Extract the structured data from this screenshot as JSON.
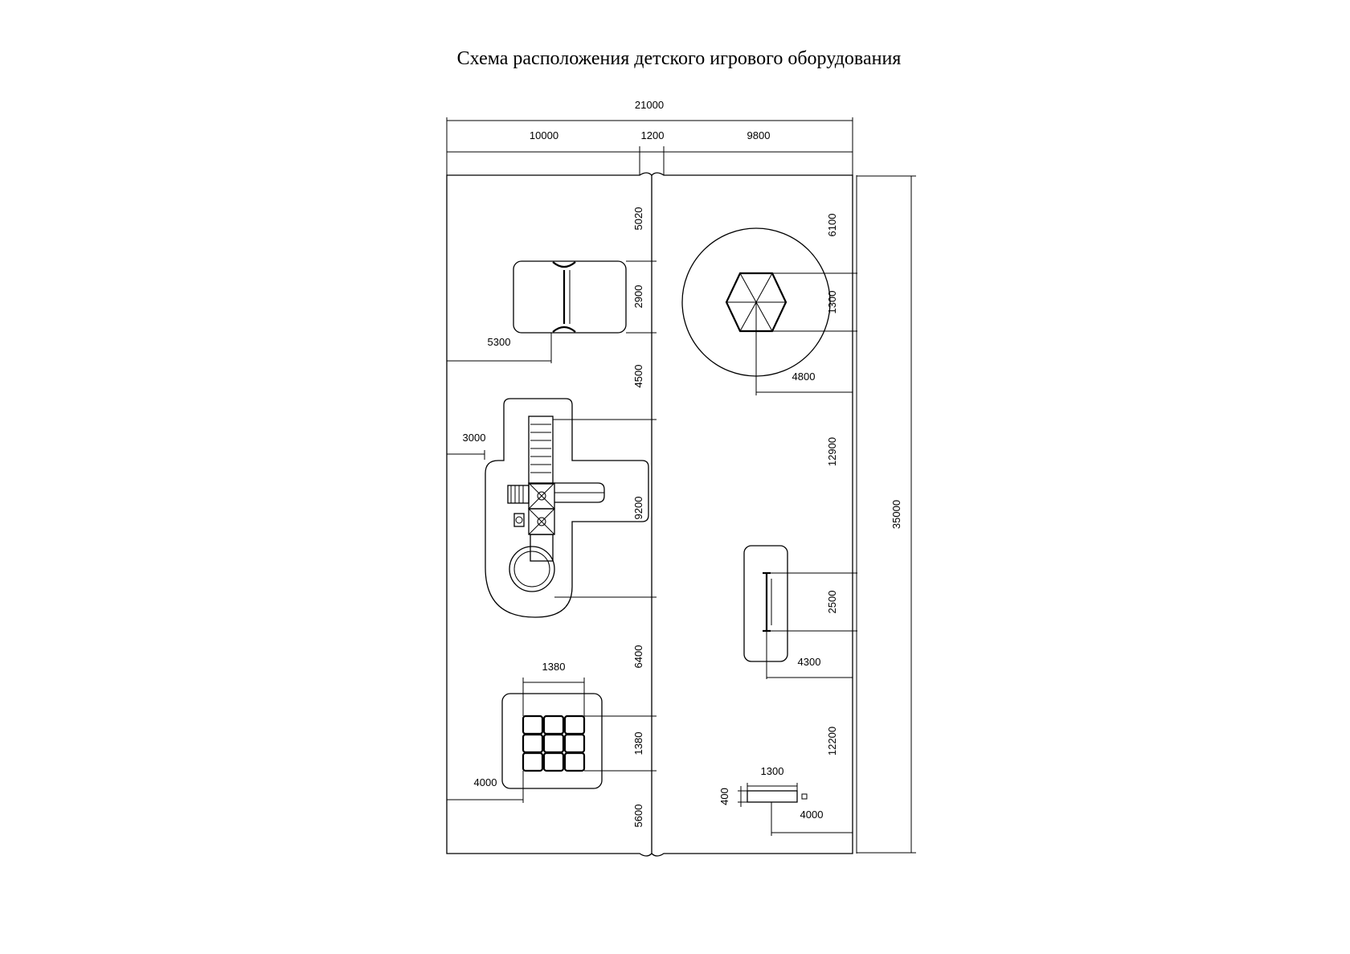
{
  "title": "Схема расположения детского игрового оборудования",
  "dimensions": {
    "overall_width": "21000",
    "left_section": "10000",
    "middle_section": "1200",
    "right_section": "9800",
    "overall_height": "35000",
    "left_column": [
      "5020",
      "2900",
      "4500",
      "9200",
      "6400",
      "1380",
      "5600"
    ],
    "right_column": [
      "6100",
      "1300",
      "12900",
      "2500",
      "12200"
    ],
    "swing_offset": "5300",
    "complex_offset": "3000",
    "sandbox_width": "1380",
    "sandbox_offset": "4000",
    "carousel_offset": "4800",
    "balance_offset": "4300",
    "bench_width": "1300",
    "bench_depth": "400",
    "bench_offset": "4000"
  }
}
